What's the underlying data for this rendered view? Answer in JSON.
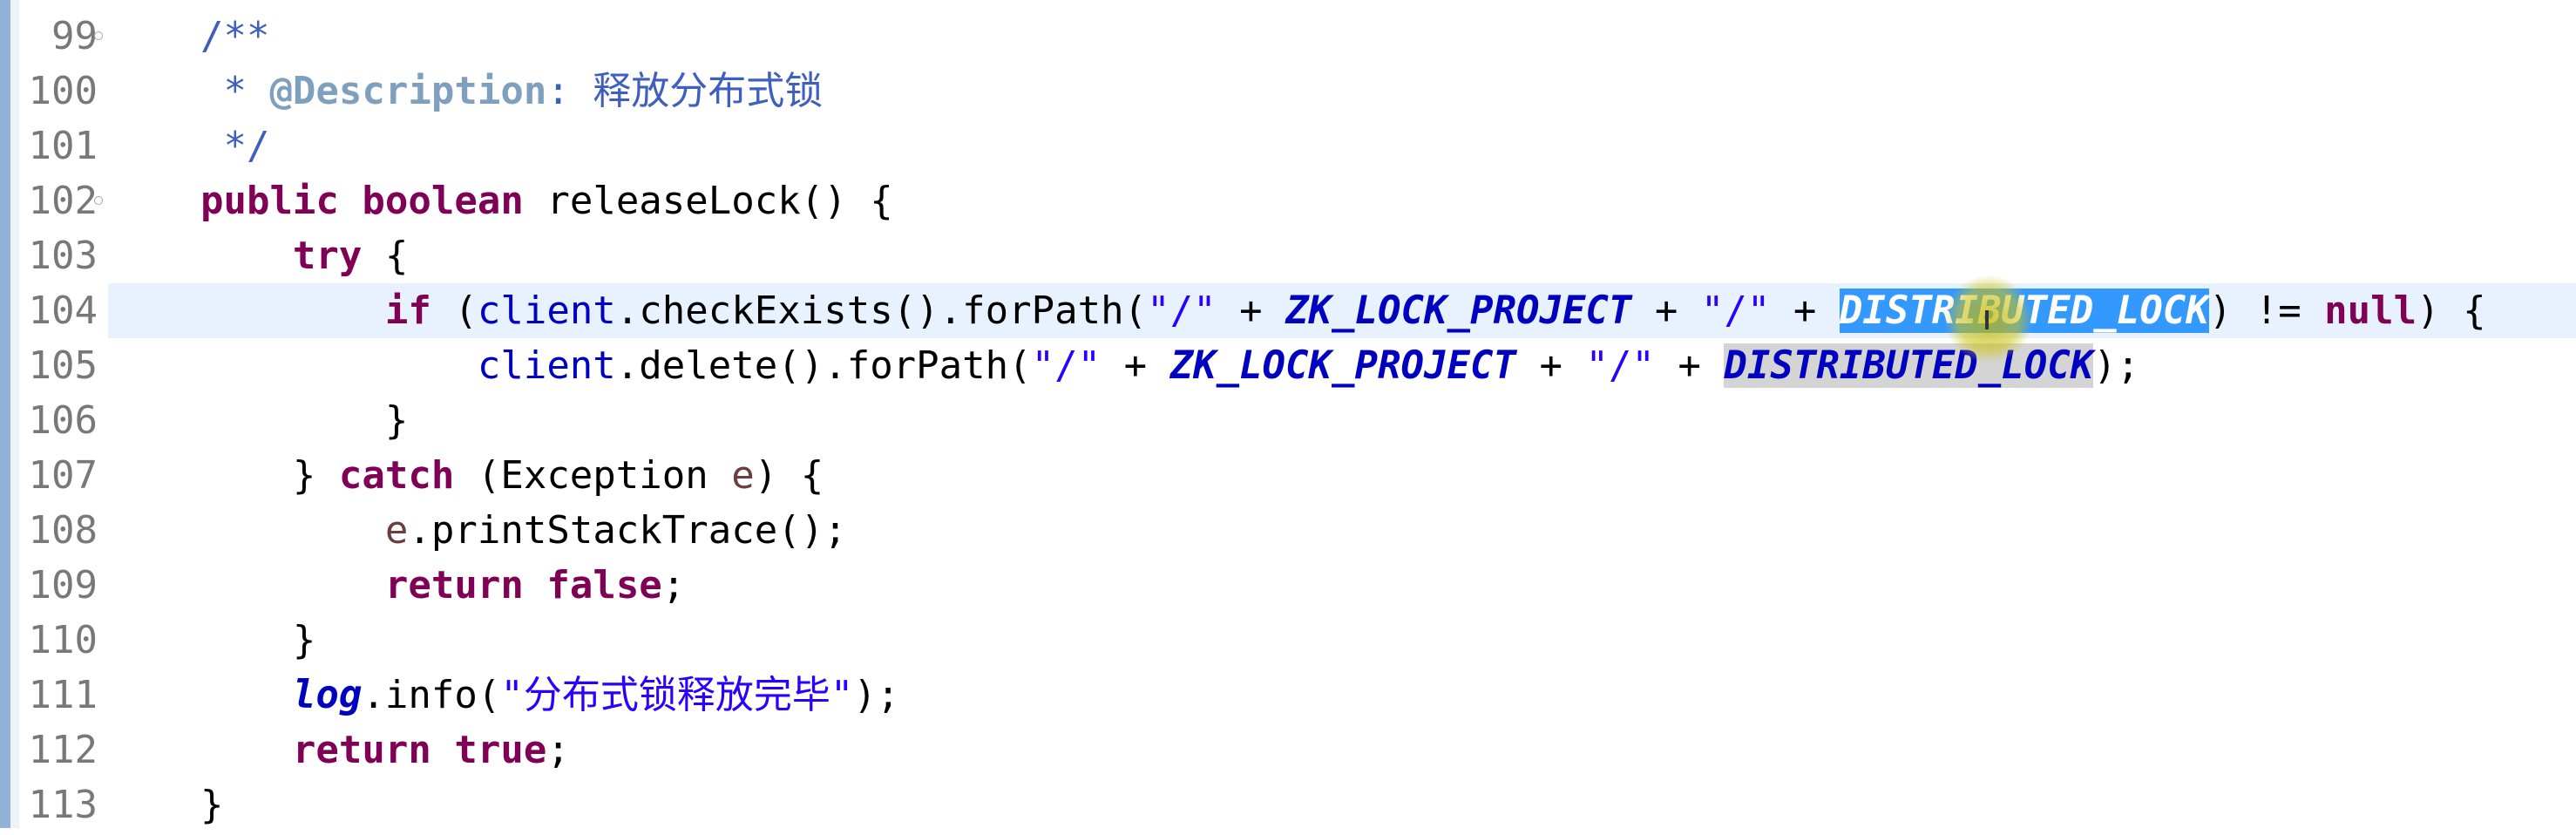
{
  "editor": {
    "lines": [
      {
        "number": "99",
        "folded": true,
        "segments": [
          {
            "t": "    ",
            "s": ""
          },
          {
            "t": "/**",
            "s": "c"
          }
        ]
      },
      {
        "number": "100",
        "folded": false,
        "segments": [
          {
            "t": "     ",
            "s": ""
          },
          {
            "t": "* ",
            "s": "c"
          },
          {
            "t": "@Description",
            "s": "tag"
          },
          {
            "t": ": 释放分布式锁",
            "s": "c"
          }
        ]
      },
      {
        "number": "101",
        "folded": false,
        "segments": [
          {
            "t": "     ",
            "s": ""
          },
          {
            "t": "*/",
            "s": "c"
          }
        ]
      },
      {
        "number": "102",
        "folded": true,
        "segments": [
          {
            "t": "    ",
            "s": ""
          },
          {
            "t": "public",
            "s": "kw"
          },
          {
            "t": " ",
            "s": ""
          },
          {
            "t": "boolean",
            "s": "kw"
          },
          {
            "t": " releaseLock() {",
            "s": ""
          }
        ]
      },
      {
        "number": "103",
        "folded": false,
        "segments": [
          {
            "t": "        ",
            "s": ""
          },
          {
            "t": "try",
            "s": "kw"
          },
          {
            "t": " {",
            "s": ""
          }
        ]
      },
      {
        "number": "104",
        "folded": false,
        "current": true,
        "segments": [
          {
            "t": "            ",
            "s": ""
          },
          {
            "t": "if",
            "s": "kw"
          },
          {
            "t": " (",
            "s": ""
          },
          {
            "t": "client",
            "s": "fld"
          },
          {
            "t": ".checkExists().forPath(",
            "s": ""
          },
          {
            "t": "\"/\"",
            "s": "st"
          },
          {
            "t": " + ",
            "s": ""
          },
          {
            "t": "ZK_LOCK_PROJECT",
            "s": "sf"
          },
          {
            "t": " + ",
            "s": ""
          },
          {
            "t": "\"/\"",
            "s": "st"
          },
          {
            "t": " + ",
            "s": ""
          },
          {
            "t": "DISTRIBUTED_LOCK",
            "s": "sf sel"
          },
          {
            "t": ") != ",
            "s": ""
          },
          {
            "t": "null",
            "s": "kw"
          },
          {
            "t": ") {",
            "s": ""
          }
        ]
      },
      {
        "number": "105",
        "folded": false,
        "segments": [
          {
            "t": "                ",
            "s": ""
          },
          {
            "t": "client",
            "s": "fld"
          },
          {
            "t": ".delete().forPath(",
            "s": ""
          },
          {
            "t": "\"/\"",
            "s": "st"
          },
          {
            "t": " + ",
            "s": ""
          },
          {
            "t": "ZK_LOCK_PROJECT",
            "s": "sf"
          },
          {
            "t": " + ",
            "s": ""
          },
          {
            "t": "\"/\"",
            "s": "st"
          },
          {
            "t": " + ",
            "s": ""
          },
          {
            "t": "DISTRIBUTED_LOCK",
            "s": "sf occ"
          },
          {
            "t": ");",
            "s": ""
          }
        ]
      },
      {
        "number": "106",
        "folded": false,
        "segments": [
          {
            "t": "            }",
            "s": ""
          }
        ]
      },
      {
        "number": "107",
        "folded": false,
        "segments": [
          {
            "t": "        } ",
            "s": ""
          },
          {
            "t": "catch",
            "s": "kw"
          },
          {
            "t": " (Exception ",
            "s": ""
          },
          {
            "t": "e",
            "s": "lv"
          },
          {
            "t": ") {",
            "s": ""
          }
        ]
      },
      {
        "number": "108",
        "folded": false,
        "segments": [
          {
            "t": "            ",
            "s": ""
          },
          {
            "t": "e",
            "s": "lv"
          },
          {
            "t": ".printStackTrace();",
            "s": ""
          }
        ]
      },
      {
        "number": "109",
        "folded": false,
        "segments": [
          {
            "t": "            ",
            "s": ""
          },
          {
            "t": "return",
            "s": "kw"
          },
          {
            "t": " ",
            "s": ""
          },
          {
            "t": "false",
            "s": "kw"
          },
          {
            "t": ";",
            "s": ""
          }
        ]
      },
      {
        "number": "110",
        "folded": false,
        "segments": [
          {
            "t": "        }",
            "s": ""
          }
        ]
      },
      {
        "number": "111",
        "folded": false,
        "segments": [
          {
            "t": "        ",
            "s": ""
          },
          {
            "t": "log",
            "s": "sf"
          },
          {
            "t": ".info(",
            "s": ""
          },
          {
            "t": "\"分布式锁释放完毕\"",
            "s": "st"
          },
          {
            "t": ");",
            "s": ""
          }
        ]
      },
      {
        "number": "112",
        "folded": false,
        "segments": [
          {
            "t": "        ",
            "s": ""
          },
          {
            "t": "return",
            "s": "kw"
          },
          {
            "t": " ",
            "s": ""
          },
          {
            "t": "true",
            "s": "kw"
          },
          {
            "t": ";",
            "s": ""
          }
        ]
      },
      {
        "number": "113",
        "folded": false,
        "segments": [
          {
            "t": "    }",
            "s": ""
          }
        ]
      }
    ],
    "colors": {
      "comment": "#3f5fbf",
      "javadoc_tag": "#7f9fbf",
      "keyword": "#7f0055",
      "string": "#2a00ff",
      "field": "#0000c0",
      "local_variable": "#6a3e3e",
      "selection": "#3399ff",
      "occurrence": "#d4d4d4",
      "current_line": "#e8f2fe"
    }
  }
}
